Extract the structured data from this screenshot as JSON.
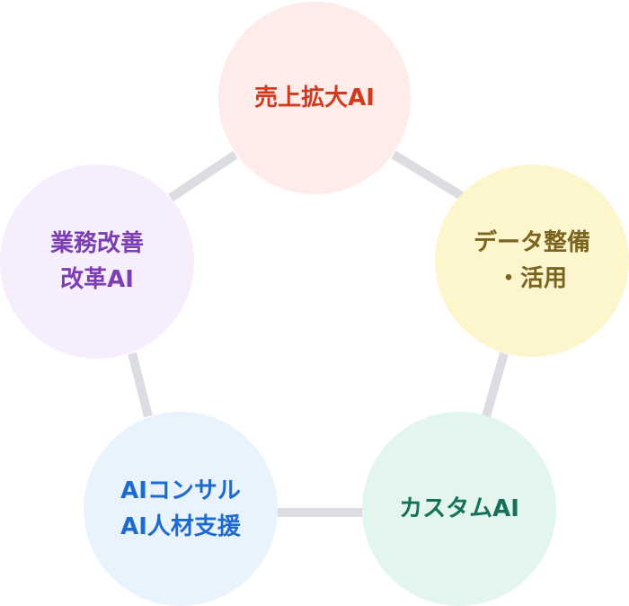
{
  "nodes": [
    {
      "id": "sales",
      "label": "売上拡大AI",
      "bg": "#fdecea",
      "text": "#d03a1f"
    },
    {
      "id": "data",
      "label": "データ整備\n・活用",
      "bg": "#fdf6cd",
      "text": "#7a6420"
    },
    {
      "id": "custom",
      "label": "カスタムAI",
      "bg": "#e3f6ee",
      "text": "#17705a"
    },
    {
      "id": "consult",
      "label": "AIコンサル\nAI人材支援",
      "bg": "#e9f3fd",
      "text": "#1e6bd0"
    },
    {
      "id": "business",
      "label": "業務改善\n改革AI",
      "bg": "#f6eefc",
      "text": "#7c3fb3"
    }
  ],
  "colors": {
    "connector": "#dcdce2"
  }
}
